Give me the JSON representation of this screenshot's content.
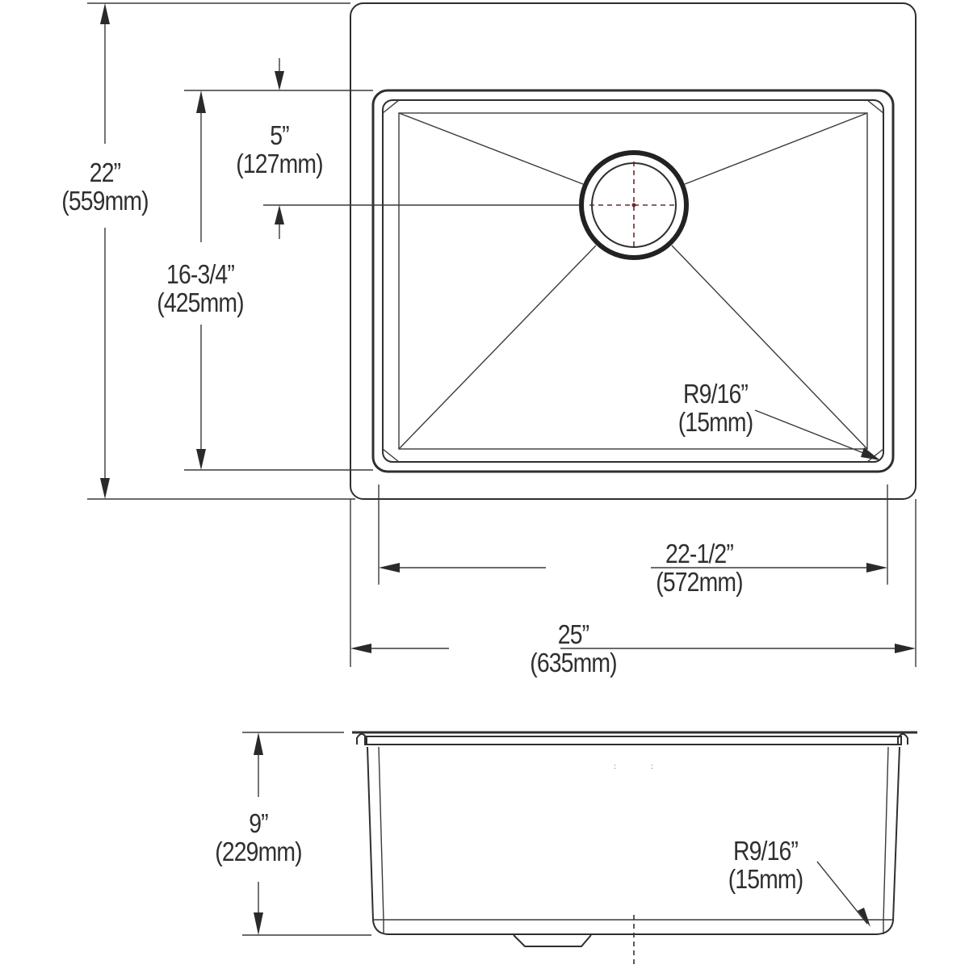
{
  "diagram": {
    "top_view": {
      "overall_depth": {
        "imperial": "22”",
        "metric": "(559mm)"
      },
      "drain_offset": {
        "imperial": "5”",
        "metric": "(127mm)"
      },
      "bowl_depth": {
        "imperial": "16-3/4”",
        "metric": "(425mm)"
      },
      "bowl_width": {
        "imperial": "22-1/2”",
        "metric": "(572mm)"
      },
      "overall_width": {
        "imperial": "25”",
        "metric": "(635mm)"
      },
      "corner_radius": {
        "imperial": "R9/16”",
        "metric": "(15mm)"
      }
    },
    "side_view": {
      "bowl_height": {
        "imperial": "9”",
        "metric": "(229mm)"
      },
      "corner_radius": {
        "imperial": "R9/16”",
        "metric": "(15mm)"
      }
    },
    "colors": {
      "line": "#2f2f2f",
      "centerline": "#6b2a2a",
      "background": "#ffffff"
    }
  }
}
